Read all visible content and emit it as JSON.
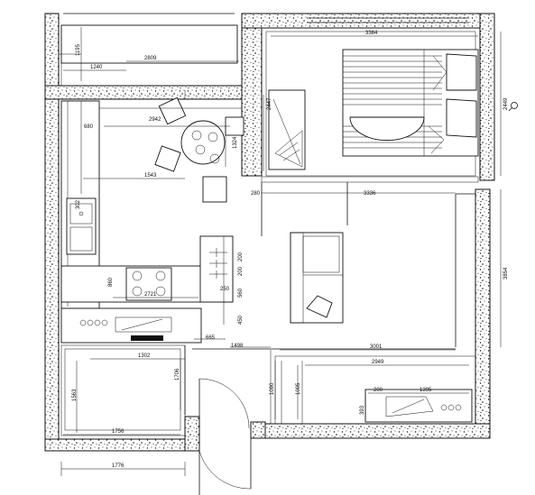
{
  "dimensions": {
    "d1195": "1195",
    "d1240": "1240",
    "d2809": "2809",
    "d3384": "3384",
    "d2447": "2447",
    "d2449": "2449",
    "d2942": "2942",
    "d680": "680",
    "d1324": "1324",
    "d1543": "1543",
    "d280": "280",
    "d3336": "3336",
    "d302": "302",
    "d3854": "3854",
    "d860": "860",
    "d2721": "2721",
    "d200a": "200",
    "d200b": "200",
    "d560": "560",
    "d250": "250",
    "d450": "450",
    "d665": "665",
    "d1498": "1498",
    "d3001": "3001",
    "d1302": "1302",
    "d1706": "1706",
    "d1563": "1563",
    "d1090": "1090",
    "d1005": "1005",
    "d2949": "2949",
    "d200c": "200",
    "d1395": "1395",
    "d393": "393",
    "d1756": "1756",
    "d1776": "1776"
  },
  "icons": {
    "zoom": "magnifier-icon"
  },
  "colors": {
    "line": "#111111",
    "background": "#ffffff"
  }
}
